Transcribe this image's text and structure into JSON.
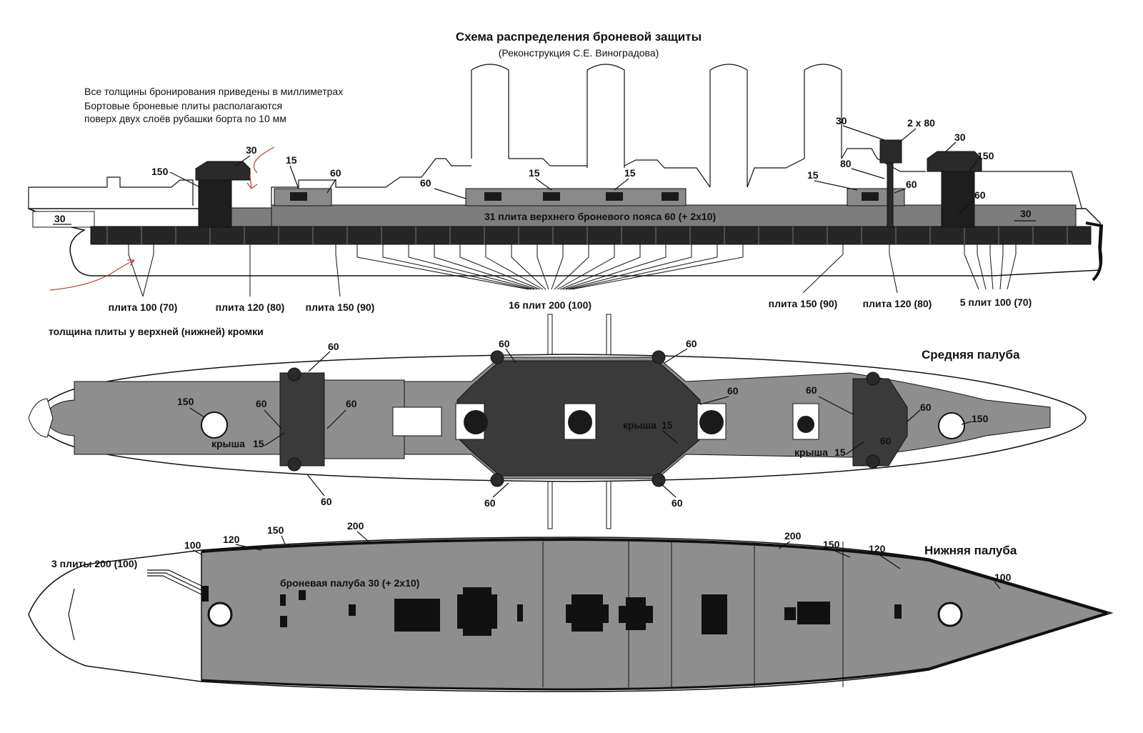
{
  "header": {
    "title": "Схема распределения броневой защиты",
    "subtitle": "(Реконструкция С.Е. Виноградова)"
  },
  "notes": {
    "line1": "Все толщины бронирования приведены в миллиметрах",
    "line2": "Бортовые броневые плиты располагаются",
    "line3": "поверх двух слоёв рубашки борта по 10 мм",
    "edge_note": "толщина плиты у верхней (нижней) кромки"
  },
  "side_view": {
    "belt_upper_label": "31 плита верхнего броневого пояса 60 (+ 2х10)",
    "labels": {
      "stern_deck": "30",
      "aft_barbette": "150",
      "aft_tower_top": "30",
      "aft_casemate_roof": "15",
      "aft_casemate_side": "60",
      "center_side": "60",
      "center_roof_a": "15",
      "center_roof_b": "15",
      "fwd_casemate_roof": "15",
      "fwd_tube": "80",
      "conning_tower_top": "30",
      "conning_tower": "2 х 80",
      "fwd_casemate_side": "60",
      "fwd_tower_top": "30",
      "fwd_barbette": "150",
      "fwd_side": "60",
      "bow_deck": "30"
    },
    "plates": {
      "p1": "плита 100 (70)",
      "p2": "плита 120 (80)",
      "p3": "плита 150 (90)",
      "p4": "16 плит 200 (100)",
      "p5": "плита 150 (90)",
      "p6": "плита 120 (80)",
      "p7": "5 плит 100 (70)"
    }
  },
  "middle_deck": {
    "name": "Средняя палуба",
    "labels": {
      "aft_barbette": "150",
      "aft_a": "60",
      "aft_b": "60",
      "aft_top": "60",
      "aft_bottom": "60",
      "aft_roof": "крыша",
      "aft_roof_val": "15",
      "c_tl": "60",
      "c_tr": "60",
      "c_bl": "60",
      "c_br": "60",
      "c_right": "60",
      "c_roof": "крыша",
      "c_roof_val": "15",
      "fwd_a": "60",
      "fwd_b": "60",
      "fwd_c": "60",
      "fwd_roof": "крыша",
      "fwd_roof_val": "15",
      "fwd_barbette": "150"
    }
  },
  "lower_deck": {
    "name": "Нижняя палуба",
    "deck_label": "броневая палуба 30 (+ 2х10)",
    "labels": {
      "aft_plates": "3 плиты 200 (100)",
      "a100": "100",
      "a120": "120",
      "a150": "150",
      "a200": "200",
      "f200": "200",
      "f150": "150",
      "f120": "120",
      "f100": "100"
    }
  },
  "colors": {
    "belt_dark": "#262626",
    "belt_grey": "#7d7d7d",
    "deck_grey": "#8e8e8e",
    "casemate_dark": "#3a3a3a",
    "outline": "#111111",
    "annotation_red": "#c23b3b"
  }
}
